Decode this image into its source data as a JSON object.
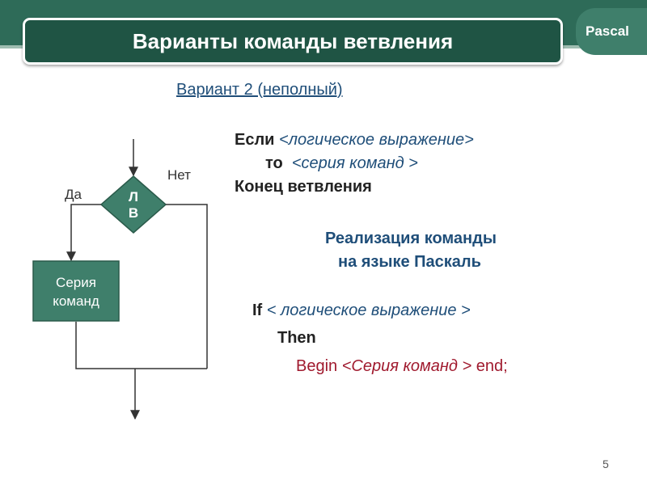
{
  "header": {
    "title": "Варианты команды ветвления",
    "badge": "Pascal"
  },
  "subtitle": "Вариант 2 (неполный)",
  "pseudocode": {
    "if_kw": "Если",
    "if_expr": "<логическое выражение>",
    "then_kw": "то",
    "then_expr": "<серия команд >",
    "end_kw": "Конец ветвления"
  },
  "impl_heading": {
    "line1": "Реализация команды",
    "line2": "на языке Паскаль"
  },
  "pascal": {
    "if_kw": "If",
    "if_expr": "< логическое выражение >",
    "then_kw": "Then",
    "begin_kw": "Begin",
    "body": "<Серия команд >",
    "end_kw": "end;"
  },
  "flowchart": {
    "decision_line1": "Л",
    "decision_line2": "В",
    "yes_label": "Да",
    "no_label": "Нет",
    "process_line1": "Серия",
    "process_line2": "команд"
  },
  "page_number": "5",
  "colors": {
    "header_bg": "#2e6b58",
    "title_bg": "#1f5444",
    "shape_fill": "#3f7f6b",
    "text_blue": "#1f4e79",
    "text_red": "#a01a2e"
  }
}
